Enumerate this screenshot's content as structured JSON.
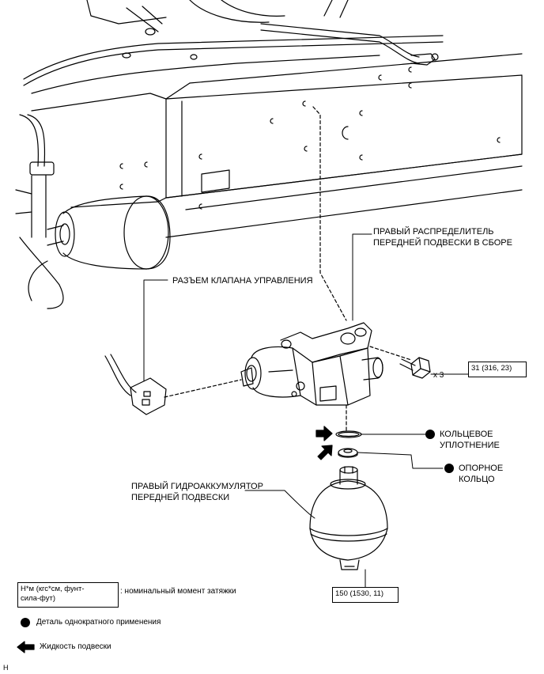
{
  "labels": {
    "distributor": "ПРАВЫЙ РАСПРЕДЕЛИТЕЛЬ\nПЕРЕДНЕЙ ПОДВЕСКИ В СБОРЕ",
    "connector": "РАЗЪЕМ КЛАПАНА УПРАВЛЕНИЯ",
    "oring": "КОЛЬЦЕВОЕ\nУПЛОТНЕНИЕ",
    "support_ring": "ОПОРНОЕ\nКОЛЬЦО",
    "accumulator": "ПРАВЫЙ ГИДРОАККУМУЛЯТОР\nПЕРЕДНЕЙ ПОДВЕСКИ",
    "bolt_count": "x 3"
  },
  "torques": {
    "bolt": "31 (316, 23)",
    "accumulator": "150 (1530, 11)"
  },
  "legend": {
    "torque_unit": "Н*м (кгс*см, фунт-\nсила-фут)",
    "torque_desc": ": номинальный момент затяжки",
    "single_use": "Деталь однократного применения",
    "fluid": "Жидкость подвески"
  },
  "footer_code": "H"
}
